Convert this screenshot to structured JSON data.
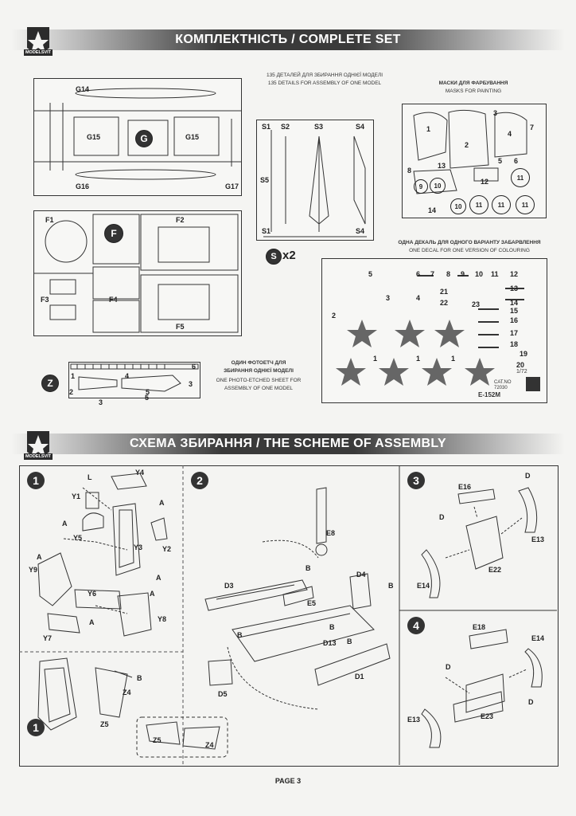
{
  "section1": {
    "title": "КОМПЛЕКТНІСТЬ / COMPLETE SET",
    "details_text_ua": "135 ДЕТАЛЕЙ ДЛЯ ЗБИРАННЯ ОДНІЄЇ МОДЕЛІ",
    "details_text_en": "135 DETAILS FOR ASSEMBLY OF ONE MODEL",
    "masks_text_ua": "МАСКИ ДЛЯ ФАРБУВАННЯ",
    "masks_text_en": "MASKS FOR PAINTING",
    "decal_text_ua": "ОДНА ДЕКАЛЬ ДЛЯ ОДНОГО ВАРІАНТУ ЗАБАРВЛЕННЯ",
    "decal_text_en": "ONE DECAL FOR ONE VERSION OF COLOURING",
    "pe_text_1": "ОДИН ФОТОЕТЧ ДЛЯ",
    "pe_text_2": "ЗБИРАННЯ ОДНІЄЇ МОДЕЛІ",
    "pe_text_3": "ONE PHOTO-ETCHED SHEET FOR",
    "pe_text_4": "ASSEMBLY OF ONE MODEL",
    "sprue_g_letter": "G",
    "sprue_f_letter": "F",
    "sprue_s_letter": "S",
    "sprue_s_mult": "x2",
    "sprue_z_letter": "Z",
    "g_parts": [
      "G14",
      "G15",
      "G15",
      "G16",
      "G17"
    ],
    "s_parts": [
      "S1",
      "S2",
      "S3",
      "S4",
      "S5",
      "S1",
      "S4"
    ],
    "f_parts": [
      "F1",
      "F2",
      "F3",
      "F4",
      "F5"
    ],
    "z_parts": [
      "1",
      "2",
      "3",
      "4",
      "5",
      "6",
      "3",
      "5"
    ],
    "mask_numbers": [
      "1",
      "2",
      "3",
      "4",
      "5",
      "6",
      "7",
      "8",
      "9",
      "10",
      "10",
      "11",
      "11",
      "11",
      "11",
      "12",
      "13",
      "14"
    ],
    "decal_numbers": [
      "5",
      "6",
      "7",
      "8",
      "9",
      "10",
      "11",
      "12",
      "13",
      "14",
      "15",
      "16",
      "17",
      "18",
      "19",
      "20",
      "21",
      "22",
      "23",
      "1",
      "1",
      "2",
      "3",
      "4",
      "1"
    ],
    "decal_scale": "1/72",
    "decal_catno": "CAT.NO",
    "decal_code": "72030",
    "decal_name": "E-152M"
  },
  "section2": {
    "title": "СХЕМА ЗБИРАННЯ / THE SCHEME OF ASSEMBLY",
    "steps": [
      "1",
      "2",
      "3",
      "4",
      "1"
    ],
    "step1_parts": [
      "L",
      "Y4",
      "Y1",
      "Y5",
      "Y3",
      "Y2",
      "Y9",
      "Y6",
      "Y8",
      "Y7",
      "A",
      "A",
      "A",
      "A",
      "A",
      "A"
    ],
    "step1b_parts": [
      "B",
      "Z4",
      "Z5",
      "Z5",
      "Z4"
    ],
    "step2_parts": [
      "E8",
      "D3",
      "D4",
      "E5",
      "D13",
      "D5",
      "D1",
      "B",
      "B",
      "B",
      "B",
      "B"
    ],
    "step3_parts": [
      "E16",
      "E13",
      "E22",
      "E14",
      "D",
      "D"
    ],
    "step4_parts": [
      "E18",
      "E14",
      "E23",
      "E13",
      "D",
      "D"
    ]
  },
  "footer": {
    "page": "PAGE 3"
  },
  "logo_text": "MODELSVIT"
}
